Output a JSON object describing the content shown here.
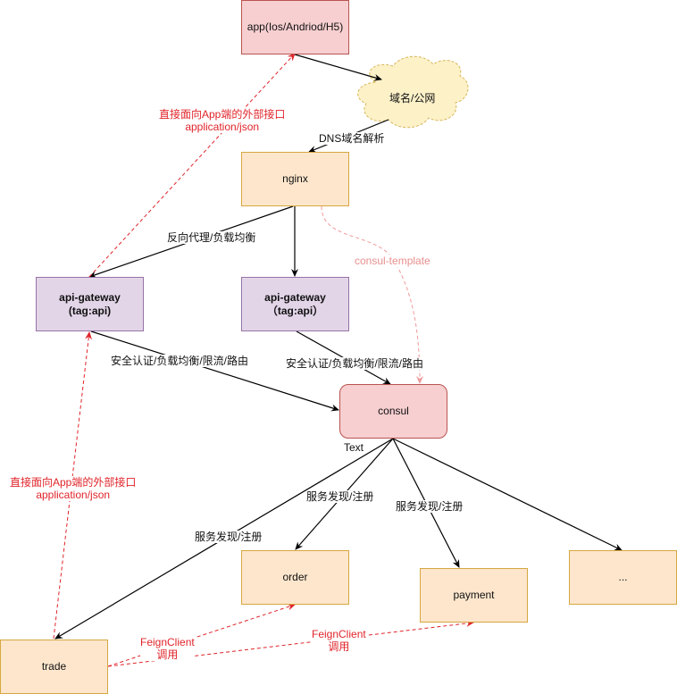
{
  "diagram": {
    "colors": {
      "orange_fill": "#fde6cc",
      "orange_stroke": "#d6a740",
      "pink_fill": "#f7cfd0",
      "pink_stroke": "#b85450",
      "purple_fill": "#e2d5e8",
      "purple_stroke": "#9673a6",
      "cloud_fill": "#fdf1c8",
      "red_text": "#e0242a",
      "consul_template_text": "#e98f8f"
    },
    "nodes": {
      "app": "app(Ios/Andriod/H5)",
      "cloud": "域名/公网",
      "nginx": "nginx",
      "gateway_left_line1": "api-gateway",
      "gateway_left_line2": "(tag:api)",
      "gateway_right_line1": "api-gateway",
      "gateway_right_line2": "（tag:api）",
      "consul": "consul",
      "order": "order",
      "payment": "payment",
      "more": "...",
      "trade": "trade"
    },
    "edge_labels": {
      "dns": "DNS域名解析",
      "reverse_proxy": "反向代理/负载均衡",
      "consul_template": "consul-template",
      "security_left": "安全认证/负载均衡/限流/路由",
      "security_right": "安全认证/负载均衡/限流/路由",
      "text": "Text",
      "discovery_trade": "服务发现/注册",
      "discovery_order": "服务发现/注册",
      "discovery_payment": "服务发现/注册",
      "direct_top_line1": "直接面向App端的外部接口",
      "direct_top_line2": "application/json",
      "direct_bottom_line1": "直接面向App端的外部接口",
      "direct_bottom_line2": "application/json",
      "feign_order_line1": "FeignClient",
      "feign_order_line2": "调用",
      "feign_payment_line1": "FeignClient",
      "feign_payment_line2": "调用"
    }
  }
}
